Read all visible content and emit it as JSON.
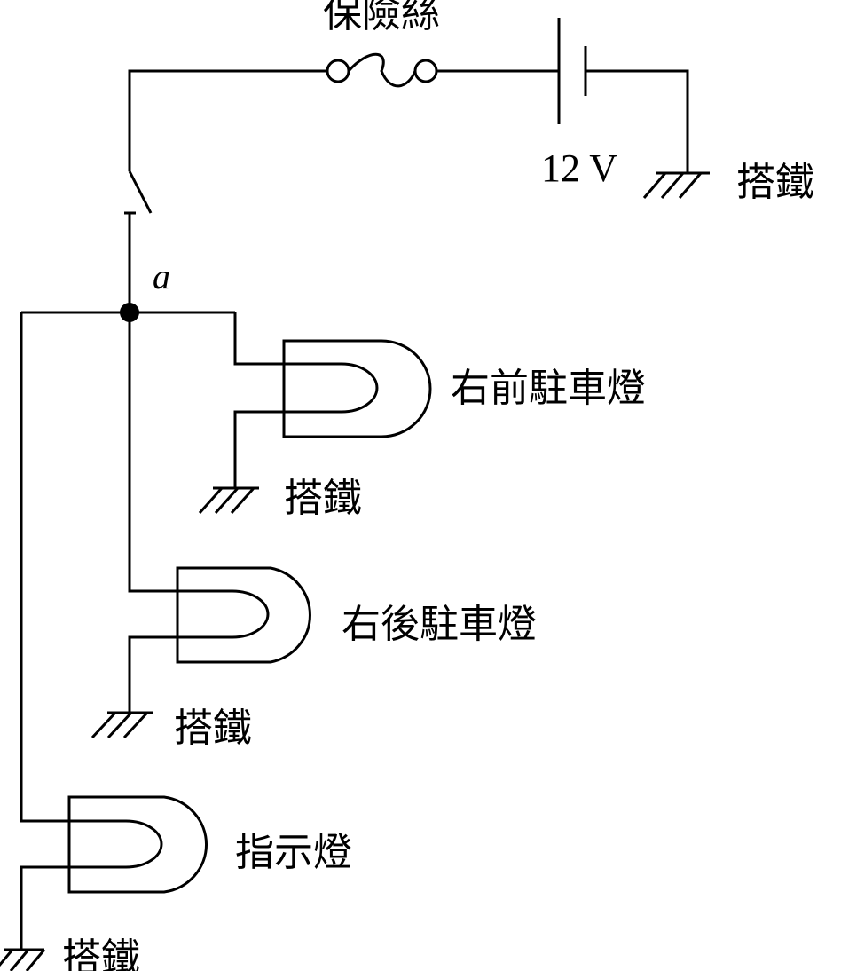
{
  "labels": {
    "fuse": "保險絲",
    "voltage": "12 V",
    "node": "a",
    "ground": "搭鐵",
    "lamp_front": "右前駐車燈",
    "lamp_rear": "右後駐車燈",
    "lamp_indicator": "指示燈"
  },
  "icons": {
    "fuse": "fuse-icon",
    "battery": "battery-icon",
    "switch": "switch-icon",
    "lamp": "lamp-icon",
    "ground": "ground-icon"
  }
}
